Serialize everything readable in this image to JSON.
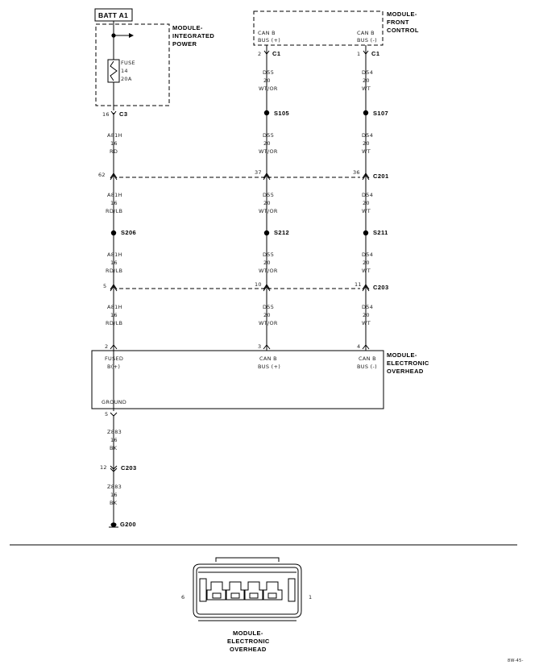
{
  "battery_label": "BATT A1",
  "modules": {
    "integrated_power": [
      "MODULE-",
      "INTEGRATED",
      "POWER"
    ],
    "front_control": [
      "MODULE-",
      "FRONT",
      "CONTROL"
    ],
    "electronic_overhead": [
      "MODULE-",
      "ELECTRONIC",
      "OVERHEAD"
    ],
    "connector_view": [
      "MODULE-",
      "ELECTRONIC",
      "OVERHEAD"
    ]
  },
  "fuse": [
    "FUSE",
    "14",
    "20A"
  ],
  "front_control_pins": {
    "left": [
      "CAN B",
      "BUS (+)"
    ],
    "right": [
      "CAN B",
      "BUS (-)"
    ]
  },
  "overhead_pins": {
    "fused": [
      "FUSED",
      "B(+)"
    ],
    "can_plus": [
      "CAN B",
      "BUS (+)"
    ],
    "can_minus": [
      "CAN B",
      "BUS (-)"
    ],
    "ground": "GROUND"
  },
  "connectors": {
    "c3": {
      "pin": "16",
      "name": "C3"
    },
    "c1_left": {
      "pin": "2",
      "name": "C1"
    },
    "c1_right": {
      "pin": "1",
      "name": "C1"
    },
    "c201": {
      "pins": [
        "62",
        "37",
        "36"
      ],
      "name": "C201"
    },
    "c203_top": {
      "pins": [
        "5",
        "10",
        "11"
      ],
      "name": "C203"
    },
    "overhead_in": [
      "2",
      "3",
      "4"
    ],
    "ground_pin": "5",
    "c203_bottom": {
      "pin": "12",
      "name": "C203"
    }
  },
  "splices": [
    "S105",
    "S107",
    "S206",
    "S212",
    "S211"
  ],
  "ground": "G200",
  "wires": {
    "left_1": [
      "A81H",
      "16",
      "RD"
    ],
    "left_2": [
      "A81H",
      "16",
      "RD/LB"
    ],
    "left_3": [
      "A81H",
      "16",
      "RD/LB"
    ],
    "left_4": [
      "A81H",
      "16",
      "RD/LB"
    ],
    "mid_1": [
      "D55",
      "20",
      "WT/OR"
    ],
    "mid_2": [
      "D55",
      "20",
      "WT/OR"
    ],
    "mid_3": [
      "D55",
      "20",
      "WT/OR"
    ],
    "mid_4": [
      "D55",
      "20",
      "WT/OR"
    ],
    "mid_5": [
      "D55",
      "20",
      "WT/OR"
    ],
    "right_1": [
      "D54",
      "20",
      "WT"
    ],
    "right_2": [
      "D54",
      "20",
      "WT"
    ],
    "right_3": [
      "D54",
      "20",
      "WT"
    ],
    "right_4": [
      "D54",
      "20",
      "WT"
    ],
    "right_5": [
      "D54",
      "20",
      "WT"
    ],
    "gnd_1": [
      "Z883",
      "16",
      "BK"
    ],
    "gnd_2": [
      "Z883",
      "16",
      "BK"
    ]
  },
  "connector_pins": {
    "left": "6",
    "right": "1"
  },
  "figure_id": "8W-45-"
}
